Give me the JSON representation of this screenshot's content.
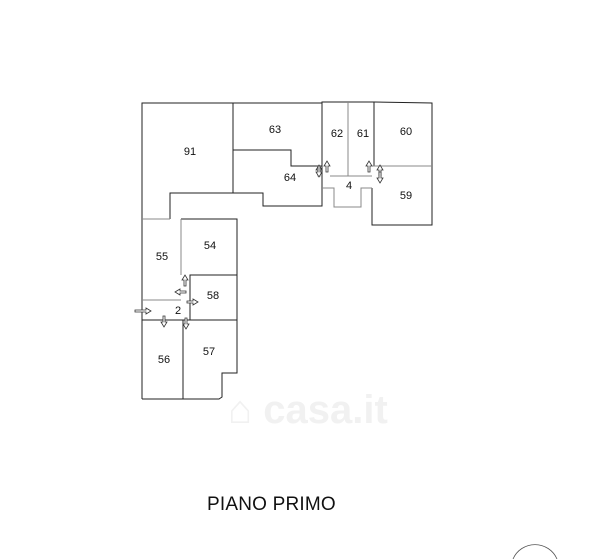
{
  "plan": {
    "title": "PIANO PRIMO",
    "watermark": "casa.it",
    "rooms": [
      {
        "id": "91",
        "label": "91"
      },
      {
        "id": "63",
        "label": "63"
      },
      {
        "id": "64",
        "label": "64"
      },
      {
        "id": "62",
        "label": "62"
      },
      {
        "id": "61",
        "label": "61"
      },
      {
        "id": "60",
        "label": "60"
      },
      {
        "id": "4",
        "label": "4"
      },
      {
        "id": "59",
        "label": "59"
      },
      {
        "id": "55",
        "label": "55"
      },
      {
        "id": "54",
        "label": "54"
      },
      {
        "id": "58",
        "label": "58"
      },
      {
        "id": "2",
        "label": "2"
      },
      {
        "id": "56",
        "label": "56"
      },
      {
        "id": "57",
        "label": "57"
      }
    ]
  }
}
